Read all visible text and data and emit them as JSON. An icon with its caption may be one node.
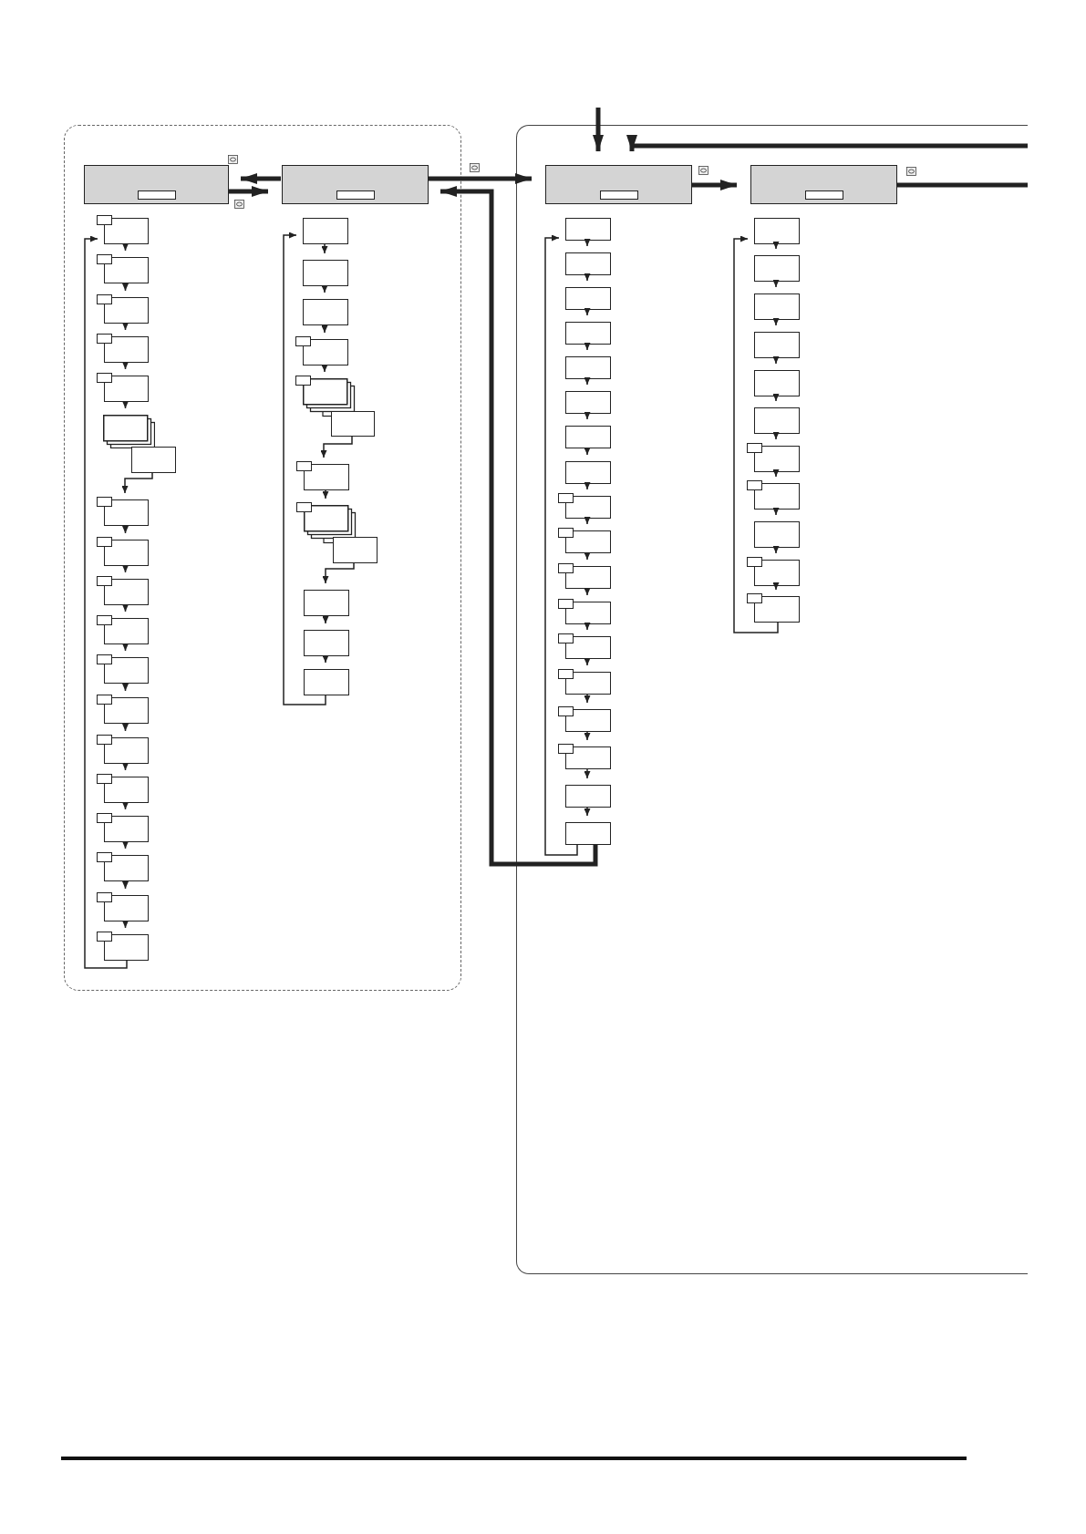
{
  "diagram": {
    "nodes": [
      {
        "text": [],
        "shape": "box"
      },
      {
        "text": [],
        "shape": "box",
        "in": 0
      },
      {
        "text": [],
        "shape": "box",
        "in": 0
      },
      {
        "text": [],
        "shape": "box",
        "in": 0
      },
      {
        "text": [],
        "shape": "box",
        "in": 0
      },
      {
        "text": [],
        "shape": "box",
        "in": 0
      },
      {
        "text": [],
        "shape": "box",
        "in": 0
      },
      {
        "text": [],
        "shape": "box",
        "in": 0
      },
      {
        "text": [],
        "shape": "box",
        "in": 0
      },
      {
        "text": [],
        "shape": "box",
        "in": 0
      },
      {
        "text": [],
        "shape": "box",
        "in": 0
      },
      {
        "text": [],
        "shape": "box",
        "in": 0
      },
      {
        "text": [],
        "shape": "box",
        "in": 0
      },
      {
        "text": [],
        "shape": "box",
        "in": 0
      },
      {
        "text": [],
        "shape": "box",
        "in": 0
      },
      {
        "text": [],
        "shape": "box",
        "in": 0
      },
      {
        "text": [],
        "shape": "box",
        "in": 0
      },
      {
        "text": [],
        "shape": "box",
        "in": 0
      },
      {
        "text": [],
        "shape": "box",
        "in": 0
      },
      {
        "text": [],
        "shape": "box",
        "in": 0
      },
      {
        "text": [],
        "shape": "box",
        "in": 0
      },
      {
        "text": [],
        "shape": "box",
        "in": 0
      },
      {
        "text": [],
        "shape": "box",
        "in": 0
      },
      {
        "text": [],
        "shape": "box",
        "in": 0
      },
      {
        "text": [],
        "shape": "box",
        "in": 0
      },
      {
        "text": [],
        "shape": "box",
        "in": 0
      },
      {
        "text": [],
        "shape": "box",
        "in": 0
      },
      {
        "text": [],
        "shape": "box",
        "in": 0
      },
      {
        "text": [],
        "shape": "box",
        "in": 0
      },
      {
        "text": [],
        "shape": "box",
        "in": 0
      },
      {
        "text": [],
        "shape": "box",
        "in": 0
      },
      {
        "text": [],
        "shape": "box",
        "in": 0
      },
      {
        "text": [],
        "shape": "box",
        "in": 0
      },
      {
        "text": [],
        "shape": "box",
        "in": 0
      },
      {
        "text": [],
        "shape": "box"
      },
      {
        "text": [],
        "shape": "box",
        "in": 34
      },
      {
        "text": [],
        "shape": "box",
        "in": 34
      },
      {
        "text": [],
        "shape": "box",
        "in": 34
      },
      {
        "text": [],
        "shape": "box",
        "in": 34
      },
      {
        "text": [],
        "shape": "box",
        "in": 34
      },
      {
        "text": [],
        "shape": "box",
        "in": 34
      },
      {
        "text": [],
        "shape": "box",
        "in": 34
      },
      {
        "text": [],
        "shape": "box",
        "in": 34
      },
      {
        "text": [],
        "shape": "box",
        "in": 34
      },
      {
        "text": [],
        "shape": "box",
        "in": 34
      },
      {
        "text": [],
        "shape": "box",
        "in": 34
      },
      {
        "text": [],
        "shape": "box",
        "in": 34
      },
      {
        "text": [],
        "shape": "box",
        "in": 34
      },
      {
        "text": [],
        "shape": "box",
        "in": 34
      },
      {
        "text": [],
        "shape": "box",
        "in": 34
      },
      {
        "text": [],
        "shape": "box",
        "in": 34
      },
      {
        "text": [],
        "shape": "box",
        "in": 34
      },
      {
        "text": [],
        "shape": "box",
        "in": 34
      },
      {
        "text": [],
        "shape": "box",
        "in": 34
      },
      {
        "text": [],
        "shape": "box",
        "in": 34
      },
      {
        "text": [],
        "shape": "box",
        "in": 34
      },
      {
        "text": [],
        "shape": "box",
        "in": 34
      },
      {
        "text": [],
        "shape": "box",
        "in": 34
      },
      {
        "text": [],
        "shape": "box",
        "in": 34
      },
      {
        "text": [],
        "shape": "box",
        "in": 34
      },
      {
        "text": [],
        "shape": "box",
        "in": 34
      },
      {
        "text": [],
        "shape": "box",
        "in": 34
      },
      {
        "text": [],
        "shape": "box",
        "in": 34
      },
      {
        "text": [],
        "shape": "box",
        "in": 34
      },
      {
        "text": [],
        "shape": "box",
        "in": 34
      },
      {
        "text": [],
        "shape": "box",
        "in": 34
      }
    ],
    "edges": [
      {
        "from": 2,
        "to": 1,
        "arrow": "to",
        "style": "thick"
      },
      {
        "from": 1,
        "to": 2,
        "arrow": "to",
        "style": "thick"
      },
      {
        "from": 2,
        "to": 35,
        "arrow": "to",
        "style": "thick"
      },
      {
        "from": 35,
        "to": 36,
        "arrow": "to",
        "style": "thick"
      },
      {
        "from": 36,
        "to": null,
        "arrow": "none",
        "style": "thick"
      },
      {
        "from": null,
        "to": 35,
        "arrow": "to",
        "style": "thick"
      },
      {
        "from": null,
        "to": 35,
        "arrow": "to",
        "style": "thick"
      },
      {
        "from": 54,
        "to": 2,
        "arrow": "to",
        "style": "thick"
      },
      {
        "from": 3,
        "to": 4,
        "arrow": "to"
      },
      {
        "from": 4,
        "to": 5,
        "arrow": "to"
      },
      {
        "from": 5,
        "to": 6,
        "arrow": "to"
      },
      {
        "from": 6,
        "to": 7,
        "arrow": "to"
      },
      {
        "from": 7,
        "to": 8,
        "arrow": "to"
      },
      {
        "from": 9,
        "to": 10,
        "arrow": "to"
      },
      {
        "from": 10,
        "to": 11,
        "arrow": "to"
      },
      {
        "from": 11,
        "to": 12,
        "arrow": "to"
      },
      {
        "from": 12,
        "to": 13,
        "arrow": "to"
      },
      {
        "from": 13,
        "to": 14,
        "arrow": "to"
      },
      {
        "from": 14,
        "to": 15,
        "arrow": "to"
      },
      {
        "from": 15,
        "to": 16,
        "arrow": "to"
      },
      {
        "from": 16,
        "to": 17,
        "arrow": "to"
      },
      {
        "from": 17,
        "to": 18,
        "arrow": "to"
      },
      {
        "from": 18,
        "to": 19,
        "arrow": "to"
      },
      {
        "from": 19,
        "to": 20,
        "arrow": "to"
      },
      {
        "from": 20,
        "to": 21,
        "arrow": "to"
      },
      {
        "from": 21,
        "to": 3,
        "arrow": "to"
      },
      {
        "from": 22,
        "to": 23,
        "arrow": "to"
      },
      {
        "from": 23,
        "to": 24,
        "arrow": "to"
      },
      {
        "from": 24,
        "to": 25,
        "arrow": "to"
      },
      {
        "from": 25,
        "to": 26,
        "arrow": "to"
      },
      {
        "from": 27,
        "to": 28,
        "arrow": "to"
      },
      {
        "from": 28,
        "to": 29,
        "arrow": "to"
      },
      {
        "from": 30,
        "to": 31,
        "arrow": "to"
      },
      {
        "from": 31,
        "to": 32,
        "arrow": "to"
      },
      {
        "from": 32,
        "to": 33,
        "arrow": "to"
      },
      {
        "from": 33,
        "to": 22,
        "arrow": "to"
      },
      {
        "from": 37,
        "to": 38,
        "arrow": "to"
      },
      {
        "from": 38,
        "to": 39,
        "arrow": "to"
      },
      {
        "from": 39,
        "to": 40,
        "arrow": "to"
      },
      {
        "from": 40,
        "to": 41,
        "arrow": "to"
      },
      {
        "from": 41,
        "to": 42,
        "arrow": "to"
      },
      {
        "from": 42,
        "to": 43,
        "arrow": "to"
      },
      {
        "from": 43,
        "to": 44,
        "arrow": "to"
      },
      {
        "from": 44,
        "to": 45,
        "arrow": "to"
      },
      {
        "from": 45,
        "to": 46,
        "arrow": "to"
      },
      {
        "from": 46,
        "to": 47,
        "arrow": "to"
      },
      {
        "from": 47,
        "to": 48,
        "arrow": "to"
      },
      {
        "from": 48,
        "to": 49,
        "arrow": "to"
      },
      {
        "from": 49,
        "to": 50,
        "arrow": "to"
      },
      {
        "from": 50,
        "to": 51,
        "arrow": "to"
      },
      {
        "from": 51,
        "to": 52,
        "arrow": "to"
      },
      {
        "from": 52,
        "to": 53,
        "arrow": "to"
      },
      {
        "from": 53,
        "to": 54,
        "arrow": "to"
      },
      {
        "from": 54,
        "to": 37,
        "arrow": "to"
      },
      {
        "from": 55,
        "to": 56,
        "arrow": "to"
      },
      {
        "from": 56,
        "to": 57,
        "arrow": "to"
      },
      {
        "from": 57,
        "to": 58,
        "arrow": "to"
      },
      {
        "from": 58,
        "to": 59,
        "arrow": "to"
      },
      {
        "from": 59,
        "to": 60,
        "arrow": "to"
      },
      {
        "from": 60,
        "to": 61,
        "arrow": "to"
      },
      {
        "from": 61,
        "to": 62,
        "arrow": "to"
      },
      {
        "from": 62,
        "to": 63,
        "arrow": "to"
      },
      {
        "from": 63,
        "to": 64,
        "arrow": "to"
      },
      {
        "from": 64,
        "to": 65,
        "arrow": "to"
      },
      {
        "from": 65,
        "to": 55,
        "arrow": "to"
      }
    ]
  }
}
